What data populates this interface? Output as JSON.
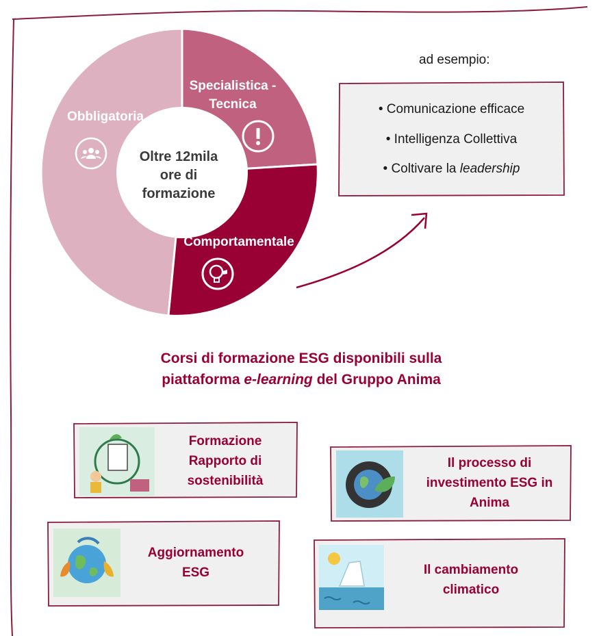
{
  "center": {
    "line1": "Oltre 12mila",
    "line2": "ore di",
    "line3": "formazione"
  },
  "segments": {
    "obbligatoria": "Obbligatoria",
    "specialistica_line1": "Specialistica -",
    "specialistica_line2": "Tecnica",
    "comportamentale": "Comportamentale"
  },
  "examples": {
    "title": "ad esempio:",
    "item1": "• Comunicazione efficace",
    "item2": "• Intelligenza Collettiva",
    "item3_prefix": "• Coltivare la ",
    "item3_italic": "leadership"
  },
  "heading": {
    "line1": "Corsi di formazione ESG disponibili sulla",
    "line2_prefix": "piattaforma ",
    "line2_italic": "e-learning",
    "line2_suffix": " del Gruppo Anima"
  },
  "courses": {
    "c1_line1": "Formazione",
    "c1_line2": "Rapporto di",
    "c1_line3": "sostenibilità",
    "c2_line1": "Il processo di",
    "c2_line2": "investimento ESG in",
    "c2_line3": "Anima",
    "c3_line1": "Aggiornamento",
    "c3_line2": "ESG",
    "c4_line1": "Il cambiamento",
    "c4_line2": "climatico"
  },
  "colors": {
    "obbligatoria": "#ddb1c0",
    "specialistica": "#c0617f",
    "comportamentale": "#990033",
    "border": "#8a1c3c",
    "card_bg": "#f0f0f0"
  }
}
